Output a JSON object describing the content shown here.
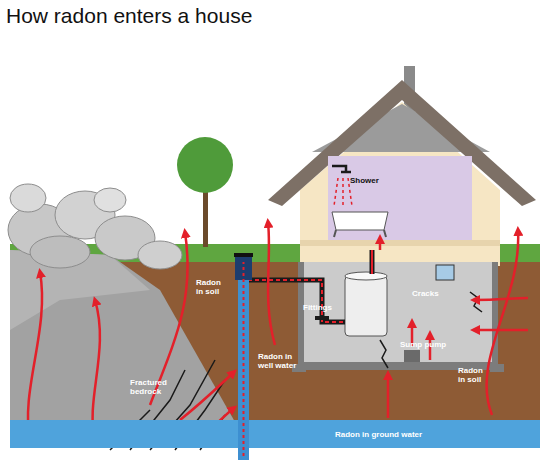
{
  "diagram": {
    "title": "How radon enters a house",
    "nodes": [
      {
        "text": [
          "Radon in ground water"
        ]
      }
    ],
    "labels": [
      "Shower",
      "Radon in soil",
      "Fittings",
      "Cracks",
      "Sump pump",
      "Radon in well water",
      "Fractured bedrock",
      "Radon in soil"
    ]
  }
}
